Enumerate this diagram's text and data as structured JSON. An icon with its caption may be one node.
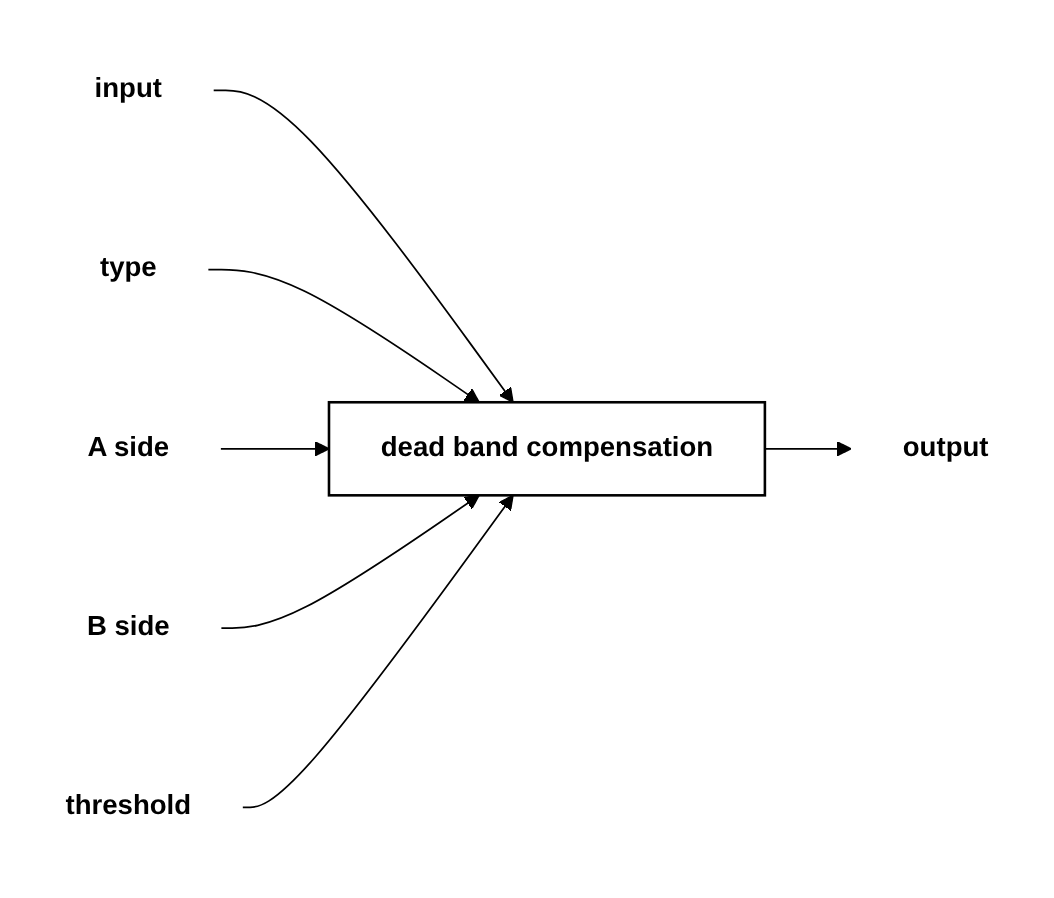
{
  "diagram": {
    "nodes": [
      {
        "text": [
          "input"
        ]
      },
      {
        "text": [
          "type"
        ]
      },
      {
        "text": [
          "A side"
        ]
      },
      {
        "text": [
          "B side"
        ]
      },
      {
        "text": [
          "threshold"
        ]
      },
      {
        "text": [
          "dead band compensation"
        ]
      },
      {
        "text": [
          "output"
        ]
      }
    ],
    "edges": [
      {
        "from": 0,
        "to": 5,
        "arrow": "to"
      },
      {
        "from": 1,
        "to": 5,
        "arrow": "to"
      },
      {
        "from": 2,
        "to": 5,
        "arrow": "to"
      },
      {
        "from": 3,
        "to": 5,
        "arrow": "to"
      },
      {
        "from": 4,
        "to": 5,
        "arrow": "to"
      },
      {
        "from": 5,
        "to": 6,
        "arrow": "to"
      }
    ]
  }
}
